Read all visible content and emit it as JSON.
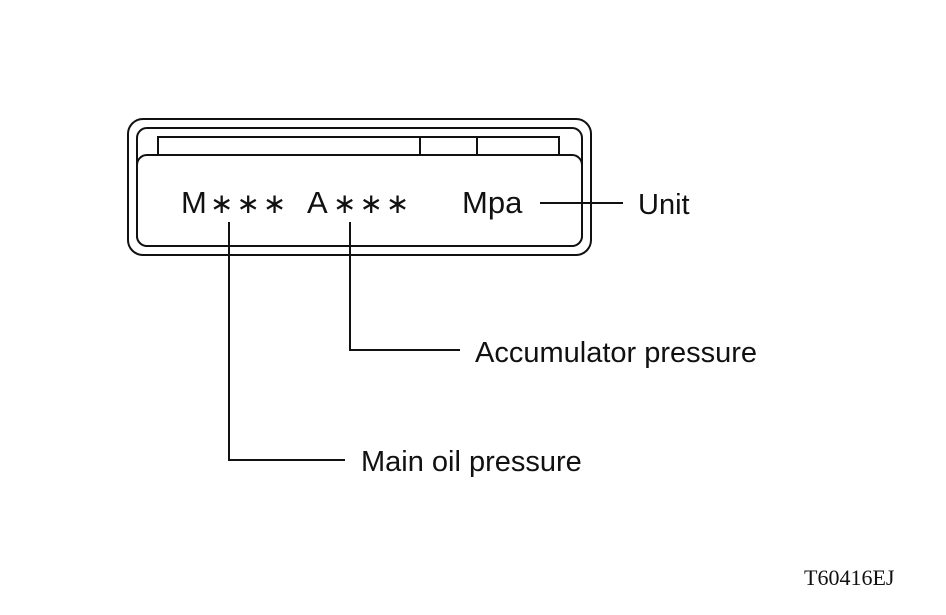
{
  "display": {
    "main_letter": "M",
    "main_placeholder": "∗∗∗",
    "accumulator_letter": "A",
    "accumulator_placeholder": "∗∗∗",
    "unit_text": "Mpa"
  },
  "callouts": {
    "unit": "Unit",
    "accumulator_pressure": "Accumulator pressure",
    "main_oil_pressure": "Main oil pressure"
  },
  "figure_code": "T60416EJ"
}
